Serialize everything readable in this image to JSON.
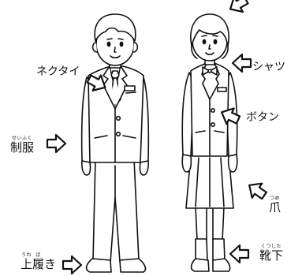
{
  "labels": {
    "necktie": "ネクタイ",
    "shirt": "シャツ",
    "button": "ボタン",
    "uniform": {
      "base": "制服",
      "reading": "せいふく"
    },
    "nail": {
      "base": "爪",
      "reading": "つめ"
    },
    "socks": {
      "base": "靴下",
      "reading": "くつした"
    },
    "indoor_shoes": {
      "kanji1": "上",
      "reading1": "うわ",
      "kanji2": "履",
      "reading2": "ば",
      "kana": "き"
    }
  }
}
